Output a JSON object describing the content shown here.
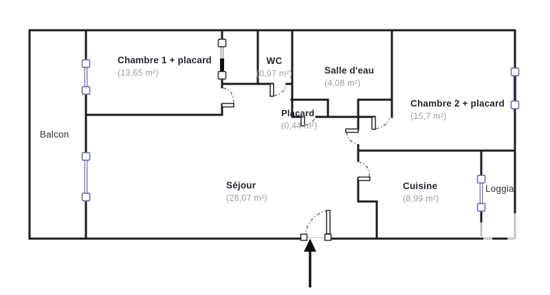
{
  "plan": {
    "rooms": [
      {
        "name": "Balcon",
        "area": ""
      },
      {
        "name": "Chambre 1 + placard",
        "area": "(13,65 m²)"
      },
      {
        "name": "WC",
        "area": "(0,97 m²)"
      },
      {
        "name": "Salle d'eau",
        "area": "(4,08 m²)"
      },
      {
        "name": "Chambre 2 + placard",
        "area": "(15,7 m²)"
      },
      {
        "name": "Placard",
        "area": "(0,44 m²)"
      },
      {
        "name": "Séjour",
        "area": "(28,07 m²)"
      },
      {
        "name": "Cuisine",
        "area": "(8,99 m²)"
      },
      {
        "name": "Loggia",
        "area": ""
      }
    ],
    "colors": {
      "wall": "#1a1a1a",
      "window": "#7272b2",
      "closet_window": "#3a3a3a",
      "railing": "#c2c2c2",
      "room_label": "#26262f",
      "area_label": "#9d9d9d"
    }
  }
}
